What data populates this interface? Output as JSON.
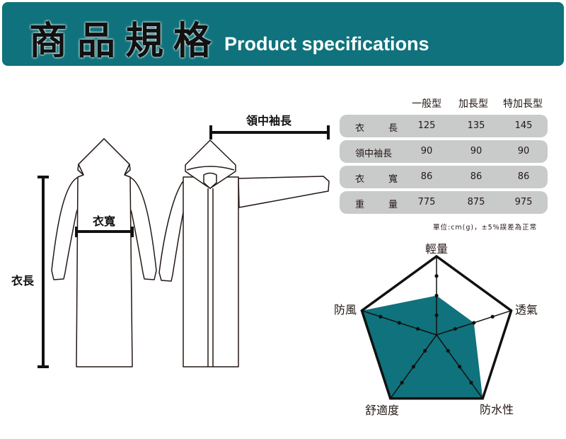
{
  "header": {
    "title_zh": "商品規格",
    "title_en": "Product specifications"
  },
  "diagram": {
    "length_label": "衣長",
    "width_label": "衣寬",
    "sleeve_label": "領中袖長"
  },
  "table": {
    "columns": [
      "一般型",
      "加長型",
      "特加長型"
    ],
    "rows": [
      {
        "label_a": "衣",
        "label_b": "長",
        "values": [
          "125",
          "135",
          "145"
        ]
      },
      {
        "label_a": "領中袖長",
        "label_b": "",
        "values": [
          "90",
          "90",
          "90"
        ]
      },
      {
        "label_a": "衣",
        "label_b": "寬",
        "values": [
          "86",
          "86",
          "86"
        ]
      },
      {
        "label_a": "重",
        "label_b": "量",
        "values": [
          "775",
          "875",
          "975"
        ]
      }
    ],
    "note": "單位:cm(g)，±5%誤差為正常"
  },
  "chart_data": {
    "type": "radar",
    "axes": [
      "輕量",
      "透氣",
      "防水性",
      "舒適度",
      "防風"
    ],
    "values": [
      2,
      2,
      4,
      4,
      4
    ],
    "max": 4,
    "fill_color": "#0f727c"
  }
}
